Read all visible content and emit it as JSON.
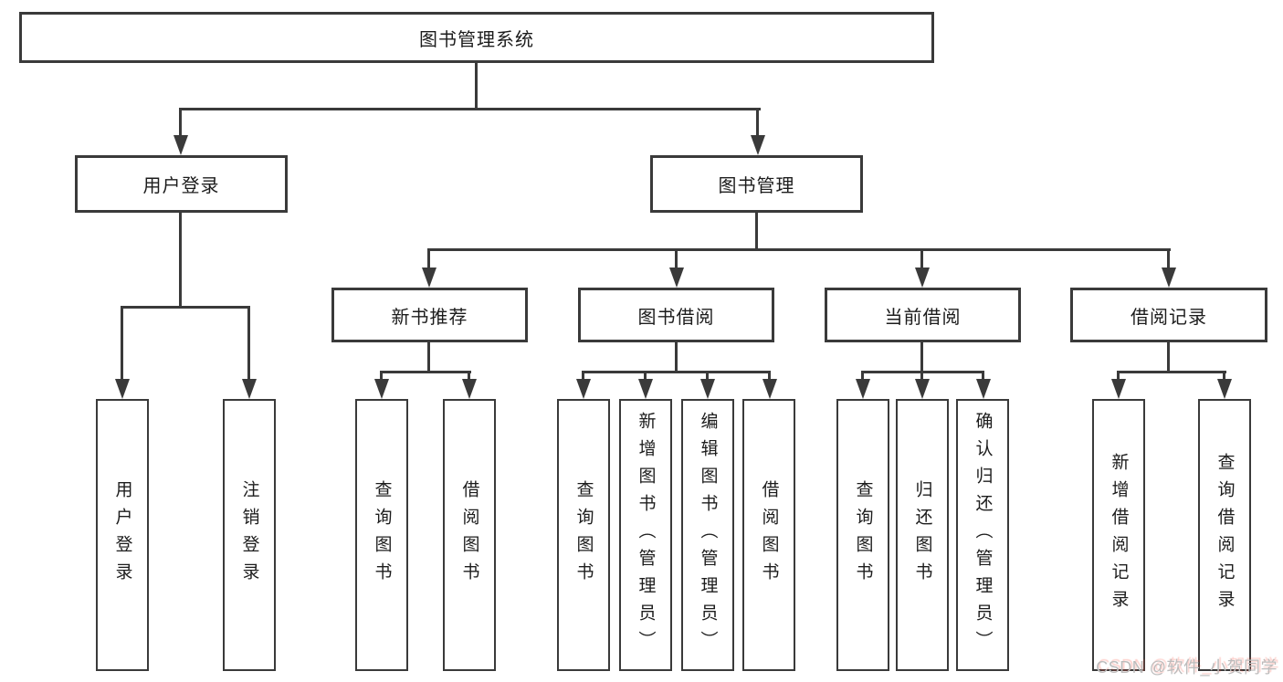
{
  "diagram": {
    "title": "图书管理系统",
    "type": "hierarchy-tree",
    "colors": {
      "line": "#3a3a3a",
      "text": "#1c1c1c",
      "background": "#ffffff",
      "watermark": "#bcbcbc"
    },
    "nodes": {
      "root": {
        "label": "图书管理系统"
      },
      "level2": [
        {
          "label": "用户登录"
        },
        {
          "label": "图书管理"
        }
      ],
      "level3": [
        {
          "label": "新书推荐"
        },
        {
          "label": "图书借阅"
        },
        {
          "label": "当前借阅"
        },
        {
          "label": "借阅记录"
        }
      ],
      "leaves": [
        {
          "label": "用户登录",
          "parent": "用户登录"
        },
        {
          "label": "注销登录",
          "parent": "用户登录"
        },
        {
          "label": "查询图书",
          "parent": "新书推荐"
        },
        {
          "label": "借阅图书",
          "parent": "新书推荐"
        },
        {
          "label": "查询图书",
          "parent": "图书借阅"
        },
        {
          "label": "新增图书（管理员）",
          "parent": "图书借阅"
        },
        {
          "label": "编辑图书（管理员）",
          "parent": "图书借阅"
        },
        {
          "label": "借阅图书",
          "parent": "图书借阅"
        },
        {
          "label": "查询图书",
          "parent": "当前借阅"
        },
        {
          "label": "归还图书",
          "parent": "当前借阅"
        },
        {
          "label": "确认归还（管理员）",
          "parent": "当前借阅"
        },
        {
          "label": "新增借阅记录",
          "parent": "借阅记录"
        },
        {
          "label": "查询借阅记录",
          "parent": "借阅记录"
        }
      ]
    },
    "watermark": {
      "text": "CSDN @软件_小贺同学"
    }
  }
}
